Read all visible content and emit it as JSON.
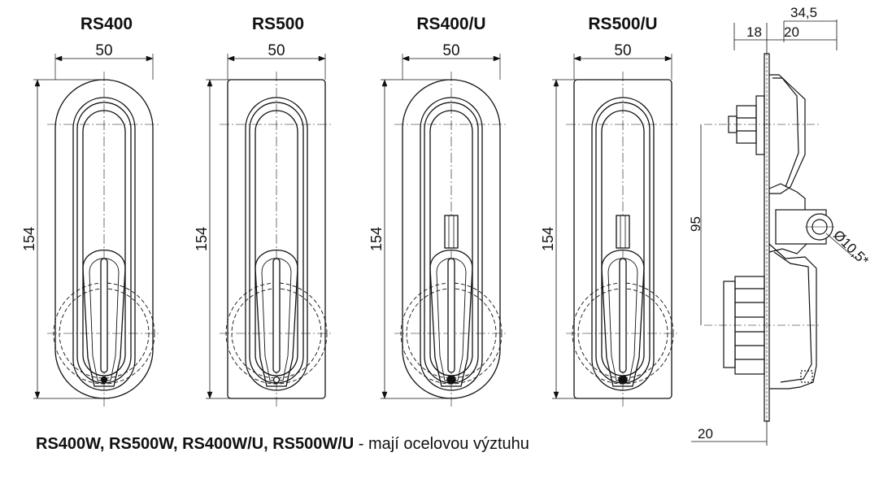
{
  "models": [
    {
      "title": "RS400",
      "width_dim": "50",
      "height_dim": "154",
      "frame": "oval",
      "variant": "standard"
    },
    {
      "title": "RS500",
      "width_dim": "50",
      "height_dim": "154",
      "frame": "rect",
      "variant": "standard"
    },
    {
      "title": "RS400/U",
      "width_dim": "50",
      "height_dim": "154",
      "frame": "oval",
      "variant": "U"
    },
    {
      "title": "RS500/U",
      "width_dim": "50",
      "height_dim": "154",
      "frame": "rect",
      "variant": "U"
    }
  ],
  "side_view": {
    "dims": {
      "d1": "18",
      "d2": "20",
      "d3": "34,5",
      "d4": "95",
      "d5": "20",
      "diameter": "Ø10,5*"
    }
  },
  "note": {
    "bold": "RS400W,  RS500W,  RS400W/U,  RS500W/U",
    "rest": " - mají ocelovou výztuhu"
  }
}
